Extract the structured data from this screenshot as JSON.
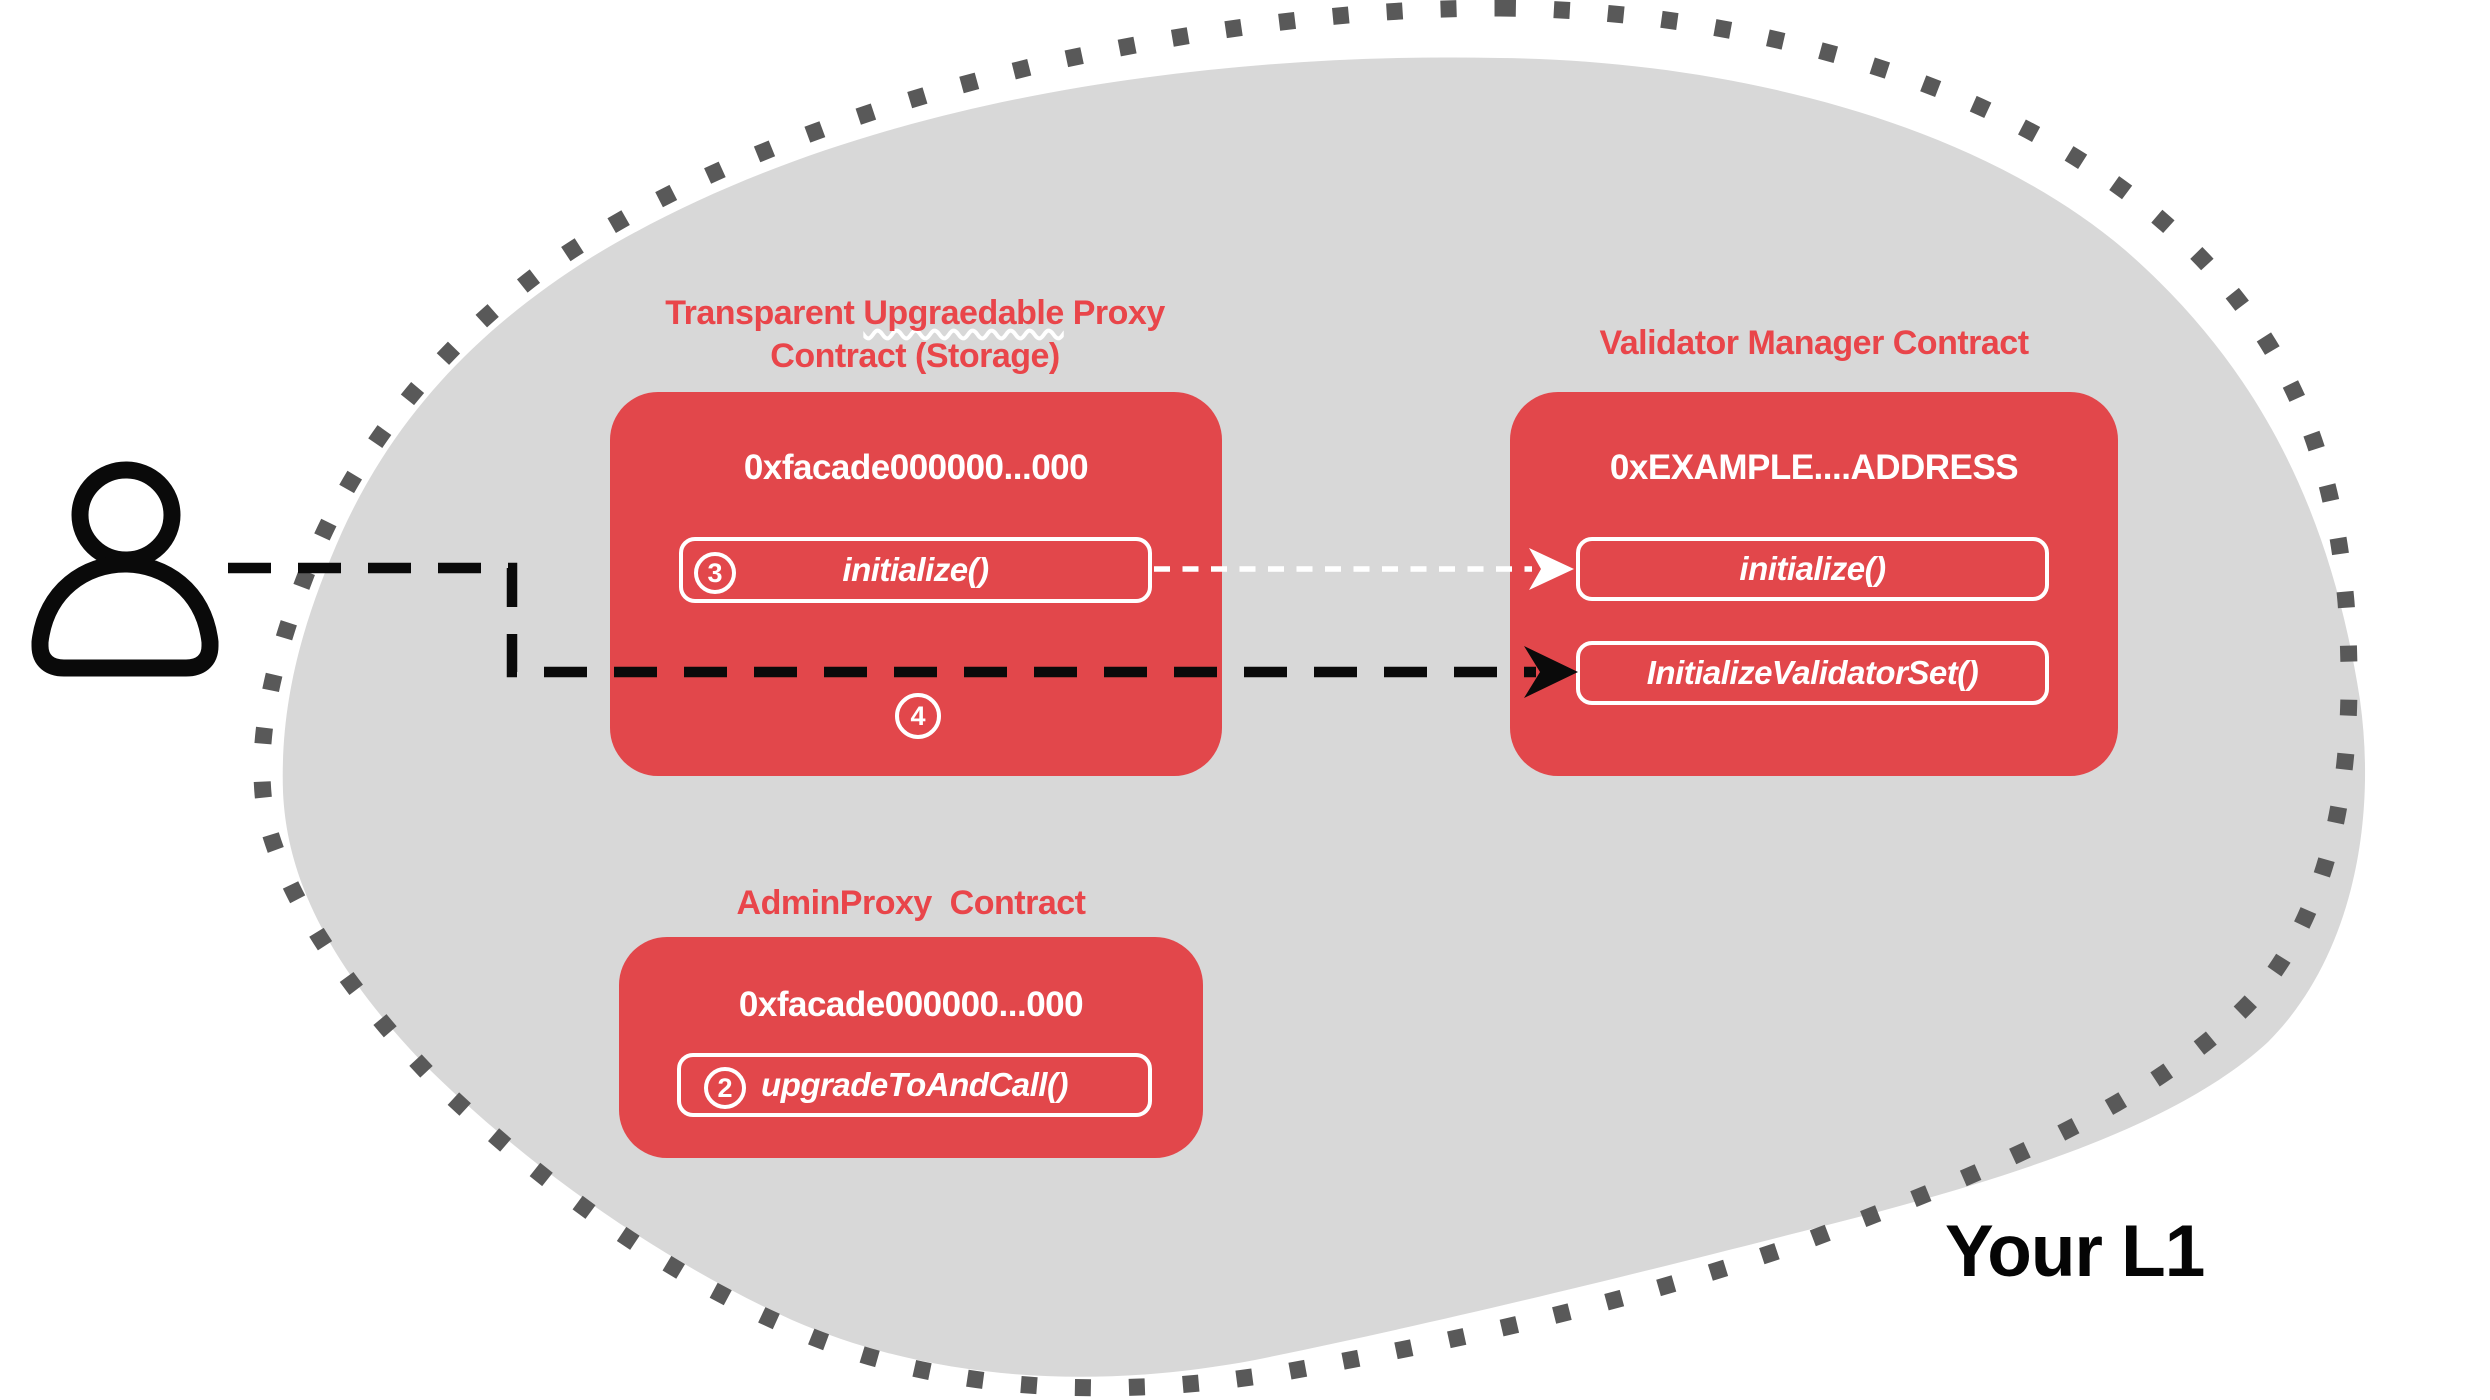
{
  "diagram": {
    "region_label": "Your L1",
    "contracts": {
      "proxy": {
        "title_prefix": "Transparent ",
        "title_misspelled_word": "Upgraedable",
        "title_suffix": " Proxy",
        "title_line2": "Contract (Storage)",
        "address": "0xfacade000000...000",
        "methods": [
          {
            "step": "3",
            "label": "initialize()"
          }
        ],
        "floating_step": "4"
      },
      "validator_manager": {
        "title": "Validator Manager Contract",
        "address": "0xEXAMPLE....ADDRESS",
        "methods": [
          {
            "label": "initialize()"
          },
          {
            "label": "InitializeValidatorSet()"
          }
        ]
      },
      "admin_proxy": {
        "title": "AdminProxy  Contract",
        "address": "0xfacade000000...000",
        "methods": [
          {
            "step": "2",
            "label": "upgradeToAndCall()"
          }
        ]
      }
    },
    "colors": {
      "box_red": "#E2474B",
      "title_red": "#E9454A",
      "blob_gray": "#D8D8D8",
      "dot_gray": "#595959",
      "ink_black": "#0A0A0A",
      "white": "#FFFFFF"
    }
  }
}
